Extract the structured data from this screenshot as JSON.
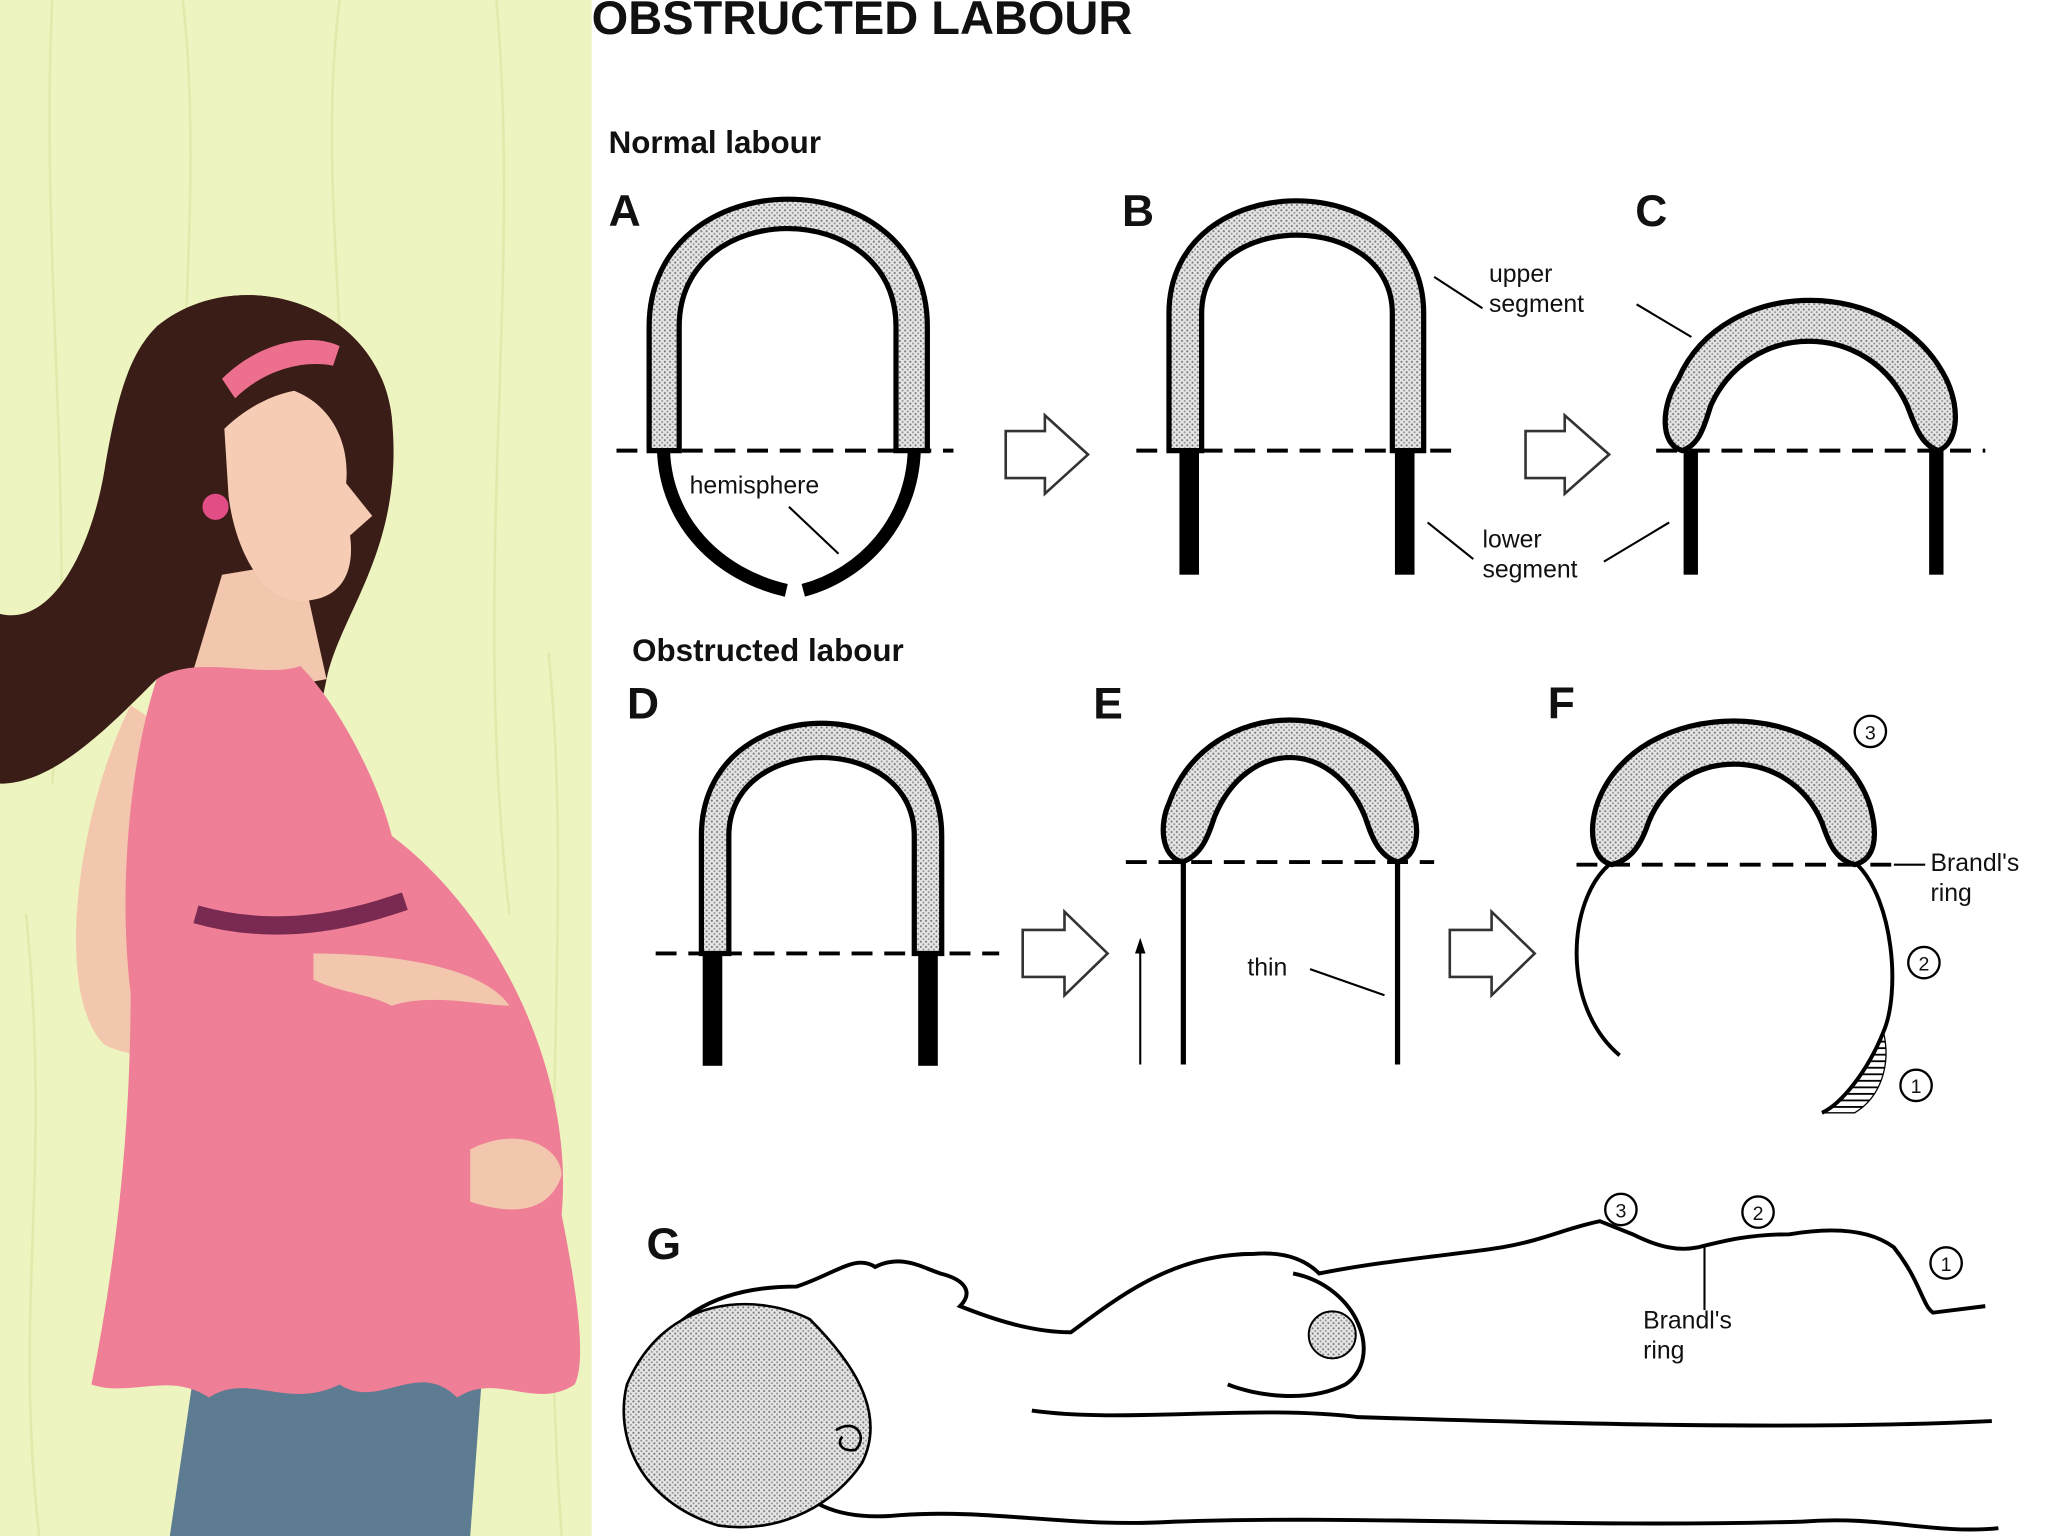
{
  "slide": {
    "title": "OBSTRUCTED LABOUR"
  },
  "diagram": {
    "normal_heading": "Normal labour",
    "obstructed_heading": "Obstructed labour",
    "panels": {
      "a": "A",
      "b": "B",
      "c": "C",
      "d": "D",
      "e": "E",
      "f": "F",
      "g": "G"
    },
    "labels": {
      "hemisphere": "hemisphere",
      "upper_1": "upper",
      "upper_2": "segment",
      "lower_1": "lower",
      "lower_2": "segment",
      "thin": "thin",
      "brandl_f_1": "Brandl's",
      "brandl_f_2": "ring",
      "brandl_g_1": "Brandl's",
      "brandl_g_2": "ring"
    },
    "markers": {
      "one": "1",
      "two": "2",
      "three": "3"
    }
  },
  "colors": {
    "left_background": "#eef4c0",
    "dress": "#ee7f97",
    "hair": "#3a1d17",
    "jeans": "#5d7c92"
  }
}
